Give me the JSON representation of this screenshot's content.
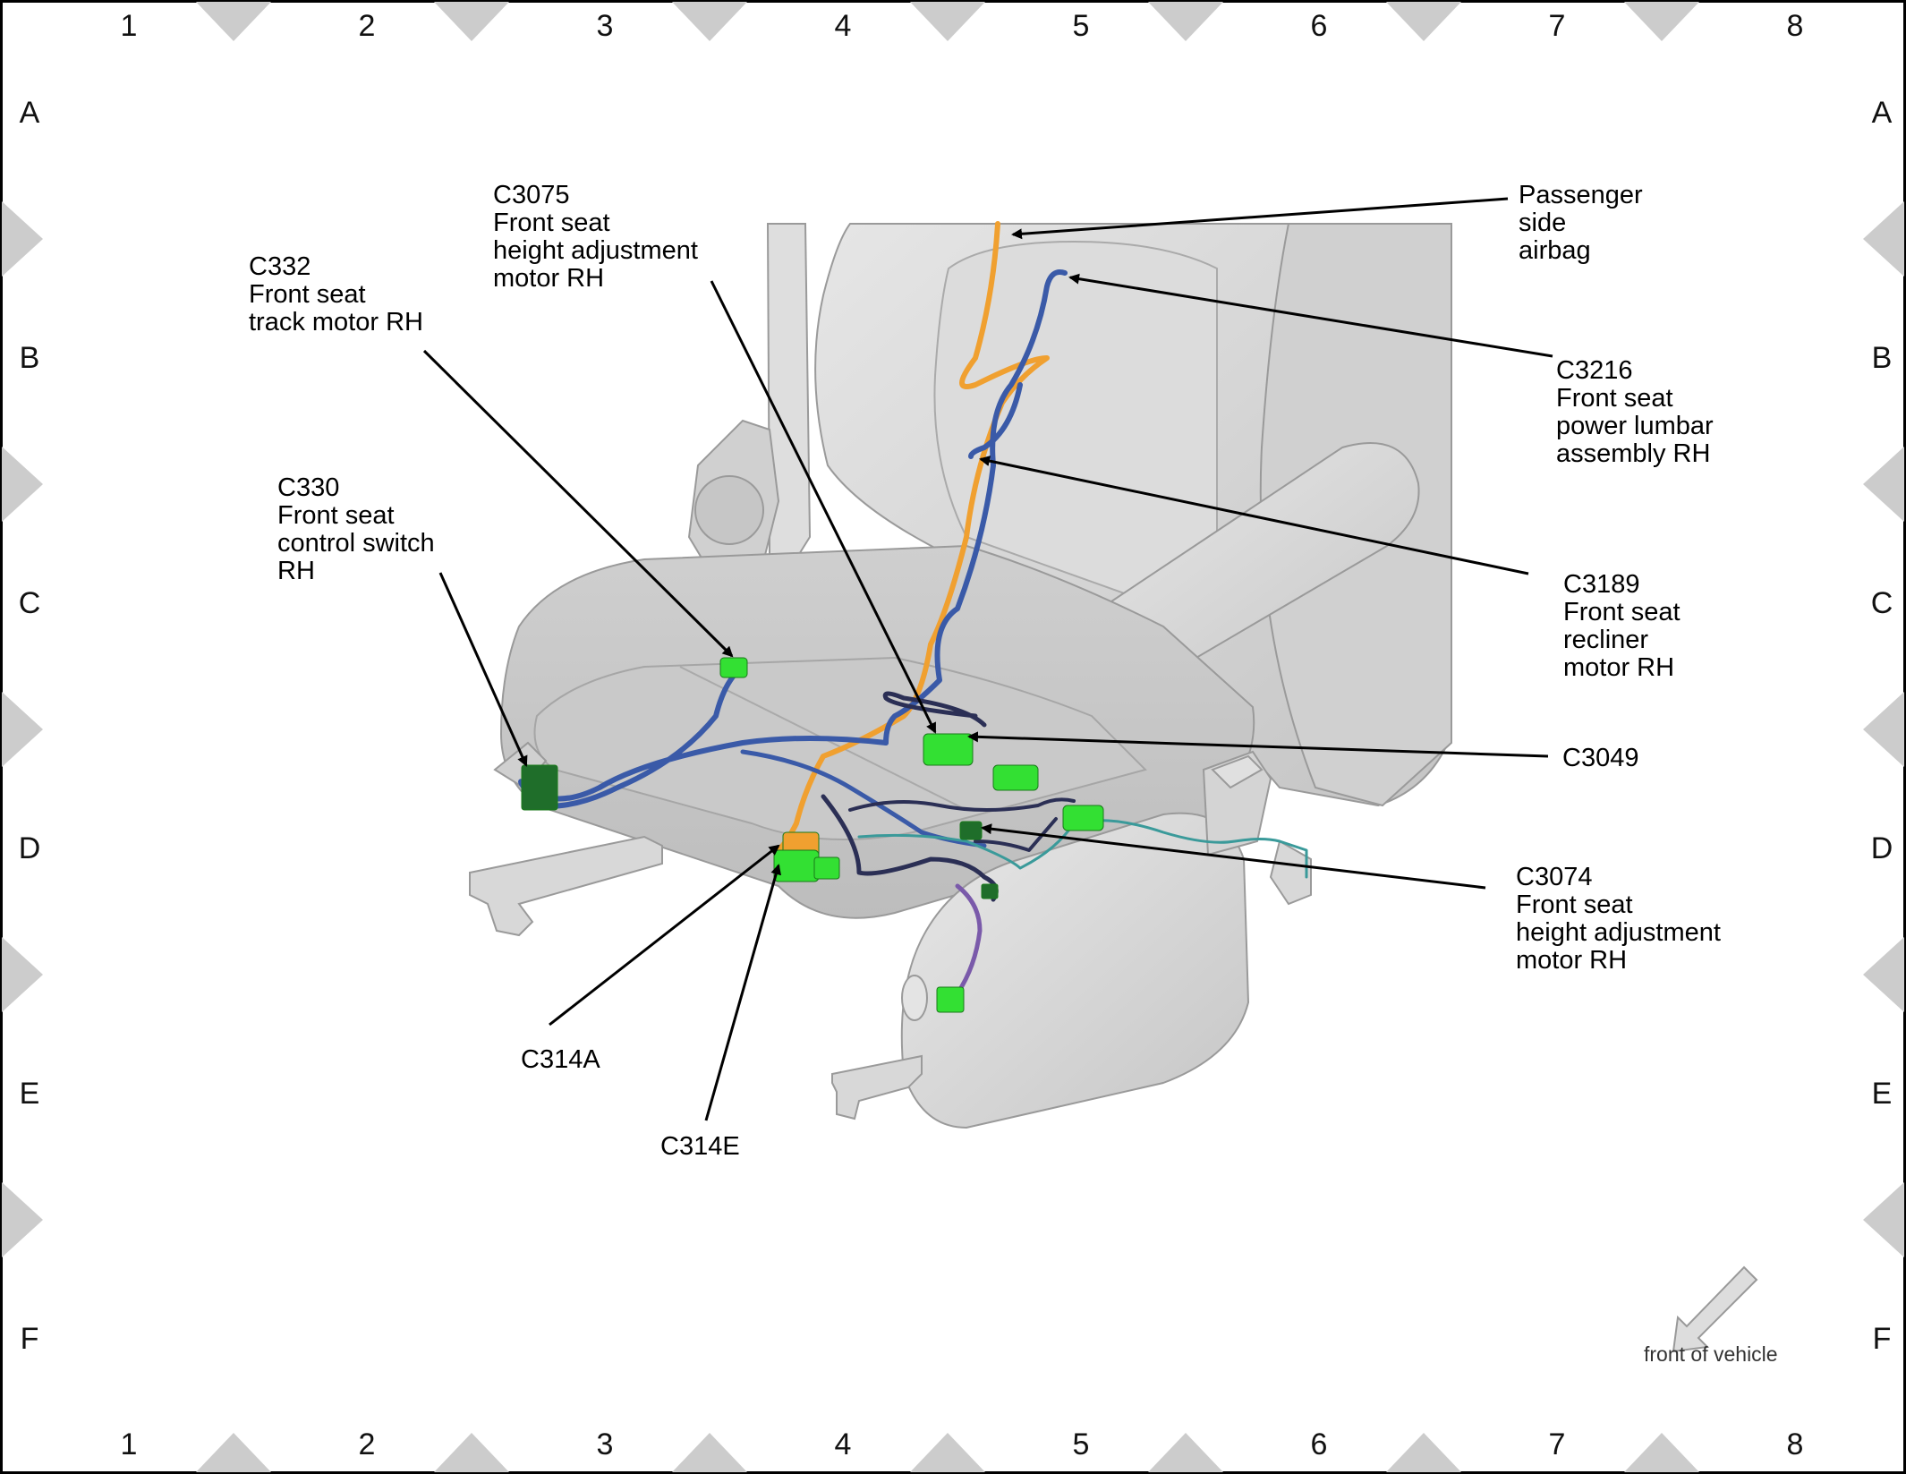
{
  "grid": {
    "columns": [
      "1",
      "2",
      "3",
      "4",
      "5",
      "6",
      "7",
      "8"
    ],
    "rows": [
      "A",
      "B",
      "C",
      "D",
      "E",
      "F"
    ]
  },
  "callouts": {
    "passenger_airbag": [
      "Passenger",
      "side",
      "airbag"
    ],
    "c3075": [
      "C3075",
      "Front seat",
      "height adjustment",
      "motor RH"
    ],
    "c332": [
      "C332",
      "Front seat",
      "track motor RH"
    ],
    "c330": [
      "C330",
      "Front seat",
      "control switch",
      "RH"
    ],
    "c3216": [
      "C3216",
      "Front seat",
      "power lumbar",
      "assembly RH"
    ],
    "c3189": [
      "C3189",
      "Front seat",
      "recliner",
      "motor RH"
    ],
    "c3049": [
      "C3049"
    ],
    "c3074": [
      "C3074",
      "Front seat",
      "height adjustment",
      "motor RH"
    ],
    "c314a": [
      "C314A"
    ],
    "c314e": [
      "C314E"
    ]
  },
  "front_of_vehicle": "front of vehicle",
  "colors": {
    "seat_fill": "#d9d9d9",
    "seat_shadow": "#b8b8b8",
    "seat_outline": "#9a9a9a",
    "harness_blue": "#3a5aa8",
    "harness_orange": "#f0a030",
    "harness_navy": "#2b2f55",
    "harness_teal": "#3a9a9a",
    "harness_purple": "#7a5aaa",
    "connector_green": "#33e033",
    "connector_dark_green": "#1f6e2a",
    "frame_marker": "#cccccc"
  }
}
